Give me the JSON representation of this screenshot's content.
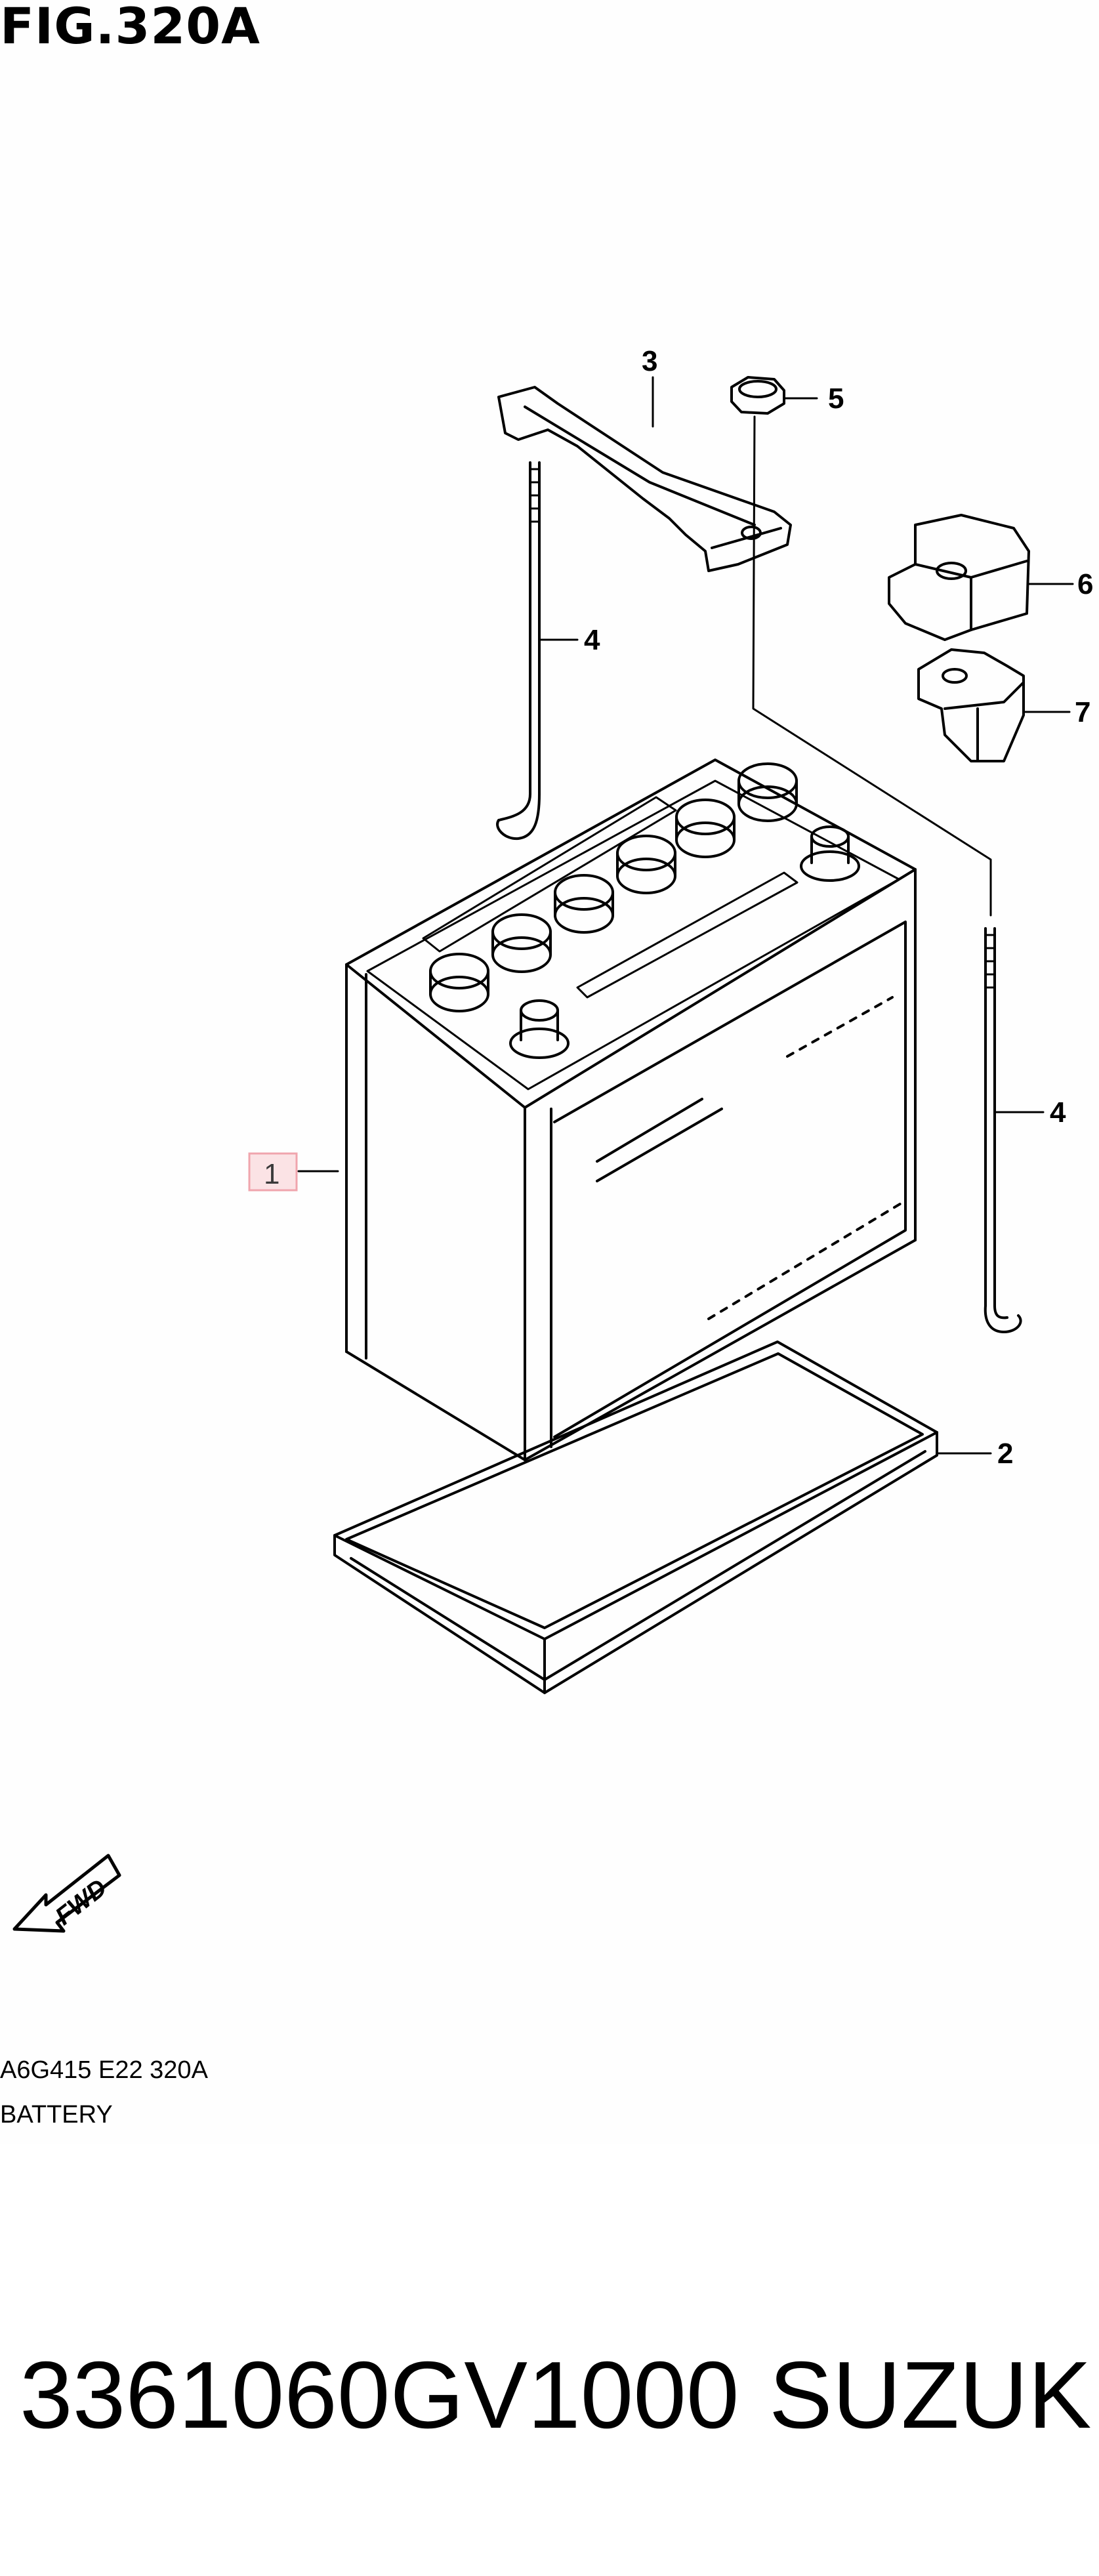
{
  "figure": {
    "title": "FIG.320A",
    "code": "A6G415 E22 320A",
    "name": "BATTERY"
  },
  "callouts": [
    {
      "id": "1",
      "name": "callout-1",
      "highlighted": true
    },
    {
      "id": "2",
      "name": "callout-2"
    },
    {
      "id": "3",
      "name": "callout-3"
    },
    {
      "id": "4",
      "name": "callout-4-left"
    },
    {
      "id": "4",
      "name": "callout-4-right"
    },
    {
      "id": "5",
      "name": "callout-5"
    },
    {
      "id": "6",
      "name": "callout-6"
    },
    {
      "id": "7",
      "name": "callout-7"
    }
  ],
  "direction_arrow": {
    "label": "FWD"
  },
  "highlight_color": "#f0a5ad",
  "product": {
    "part_number": "3361060GV1000",
    "brand": "SUZUKI"
  }
}
